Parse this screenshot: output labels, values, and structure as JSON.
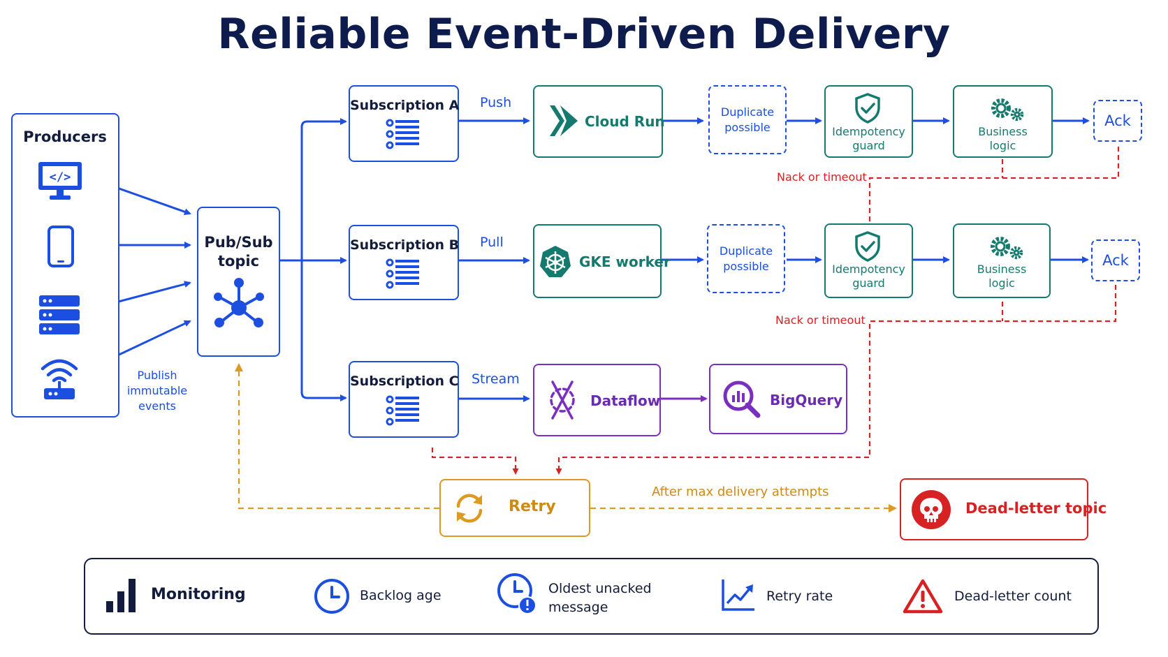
{
  "title": "Reliable Event-Driven Delivery",
  "producers": {
    "label": "Producers",
    "icons": [
      "code-monitor-icon",
      "mobile-phone-icon",
      "server-rack-icon",
      "wifi-router-icon"
    ],
    "caption": [
      "Publish",
      "immutable",
      "events"
    ]
  },
  "topic": {
    "label_line1": "Pub/Sub",
    "label_line2": "topic",
    "icon": "hub-network-icon"
  },
  "subscriptions": [
    {
      "label": "Subscription A",
      "mode": "Push"
    },
    {
      "label": "Subscription B",
      "mode": "Pull"
    },
    {
      "label": "Subscription C",
      "mode": "Stream"
    }
  ],
  "consumers": {
    "cloud_run": "Cloud Run",
    "gke_worker": "GKE worker",
    "dataflow": "Dataflow",
    "bigquery": "BigQuery"
  },
  "duplicate_label": [
    "Duplicate",
    "possible"
  ],
  "idempotency_label": [
    "Idempotency",
    "guard"
  ],
  "business_label": [
    "Business",
    "logic"
  ],
  "ack_label": "Ack",
  "nack_label": "Nack or timeout",
  "retry_label": "Retry",
  "after_max_label": "After max delivery attempts",
  "dead_letter_label": "Dead-letter topic",
  "monitoring": {
    "title": "Monitoring",
    "metrics": [
      {
        "label": "Backlog age",
        "icon": "clock-icon"
      },
      {
        "label_line1": "Oldest unacked",
        "label_line2": "message",
        "icon": "clock-alert-icon"
      },
      {
        "label": "Retry rate",
        "icon": "trend-chart-icon"
      },
      {
        "label": "Dead-letter count",
        "icon": "warning-triangle-icon"
      }
    ]
  },
  "colors": {
    "blue": "#1c4fe0",
    "teal": "#157a6e",
    "purple": "#7b2fbf",
    "orange": "#dd9a22",
    "red": "#d62222",
    "navy": "#0e1b4d"
  }
}
